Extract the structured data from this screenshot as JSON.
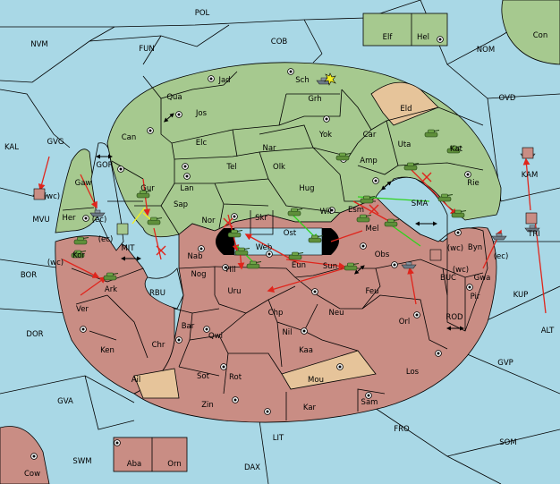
{
  "colors": {
    "sea": "#a9d8e6",
    "green": "#a6c98f",
    "red": "#c98d84",
    "tan": "#e6c49a",
    "hole": "#a9d8e6",
    "move_red": "#e0251c",
    "move_green": "#2fd31c",
    "move_yellow": "#f4ef1e"
  },
  "regions": {
    "sea_outer": [
      {
        "id": "POL",
        "label": "POL"
      },
      {
        "id": "NVM",
        "label": "NVM"
      },
      {
        "id": "FUN",
        "label": "FUN"
      },
      {
        "id": "COB",
        "label": "COB"
      },
      {
        "id": "NOM",
        "label": "NOM"
      },
      {
        "id": "OVD",
        "label": "OVD"
      },
      {
        "id": "KAL",
        "label": "KAL"
      },
      {
        "id": "GVG",
        "label": "GVG"
      },
      {
        "id": "GOR",
        "label": "GOR"
      },
      {
        "id": "MVU",
        "label": "MVU"
      },
      {
        "id": "MIT",
        "label": "MIT"
      },
      {
        "id": "BOR",
        "label": "BOR"
      },
      {
        "id": "RBU",
        "label": "RBU"
      },
      {
        "id": "DOR",
        "label": "DOR"
      },
      {
        "id": "GVA",
        "label": "GVA"
      },
      {
        "id": "SWM",
        "label": "SWM"
      },
      {
        "id": "DAX",
        "label": "DAX"
      },
      {
        "id": "LIT",
        "label": "LIT"
      },
      {
        "id": "FRO",
        "label": "FRO"
      },
      {
        "id": "SOM",
        "label": "SOM"
      },
      {
        "id": "GVP",
        "label": "GVP"
      },
      {
        "id": "ALT",
        "label": "ALT"
      },
      {
        "id": "KUP",
        "label": "KUP"
      },
      {
        "id": "ROD",
        "label": "ROD"
      },
      {
        "id": "BUC",
        "label": "BUC"
      },
      {
        "id": "SMA",
        "label": "SMA"
      },
      {
        "id": "KAM",
        "label": "KAM"
      },
      {
        "id": "TRI",
        "label": "TRI"
      }
    ],
    "green_land": [
      {
        "id": "Jad",
        "label": "Jad"
      },
      {
        "id": "Sch",
        "label": "Sch"
      },
      {
        "id": "Qua",
        "label": "Qua"
      },
      {
        "id": "Jos",
        "label": "Jos"
      },
      {
        "id": "Grh",
        "label": "Grh"
      },
      {
        "id": "Can",
        "label": "Can"
      },
      {
        "id": "Elc",
        "label": "Elc"
      },
      {
        "id": "Nar",
        "label": "Nar"
      },
      {
        "id": "Yok",
        "label": "Yok"
      },
      {
        "id": "Car",
        "label": "Car"
      },
      {
        "id": "Uta",
        "label": "Uta"
      },
      {
        "id": "Kat",
        "label": "Kat"
      },
      {
        "id": "Tel",
        "label": "Tel"
      },
      {
        "id": "Olk",
        "label": "Olk"
      },
      {
        "id": "Amp",
        "label": "Amp"
      },
      {
        "id": "Gur",
        "label": "Gur"
      },
      {
        "id": "Lan",
        "label": "Lan"
      },
      {
        "id": "Hug",
        "label": "Hug"
      },
      {
        "id": "Rie",
        "label": "Rie"
      },
      {
        "id": "Gaw",
        "label": "Gaw"
      },
      {
        "id": "Her",
        "label": "Her"
      },
      {
        "id": "Sap",
        "label": "Sap"
      },
      {
        "id": "Nor",
        "label": "Nor"
      },
      {
        "id": "Skr",
        "label": "Skr"
      },
      {
        "id": "Wil",
        "label": "Wil"
      },
      {
        "id": "Esm",
        "label": "Esm"
      },
      {
        "id": "Elf",
        "label": "Elf"
      },
      {
        "id": "Hel",
        "label": "Hel"
      },
      {
        "id": "Con",
        "label": "Con"
      }
    ],
    "red_land": [
      {
        "id": "Kor",
        "label": "Kor"
      },
      {
        "id": "Web",
        "label": "Web"
      },
      {
        "id": "Ost",
        "label": "Ost"
      },
      {
        "id": "Mel",
        "label": "Mel"
      },
      {
        "id": "Nab",
        "label": "Nab"
      },
      {
        "id": "Hil",
        "label": "Hil"
      },
      {
        "id": "Eun",
        "label": "Eun"
      },
      {
        "id": "Sun",
        "label": "Sun"
      },
      {
        "id": "Obs",
        "label": "Obs"
      },
      {
        "id": "Byn",
        "label": "Byn"
      },
      {
        "id": "Ark",
        "label": "Ark"
      },
      {
        "id": "Nog",
        "label": "Nog"
      },
      {
        "id": "Uru",
        "label": "Uru"
      },
      {
        "id": "Feu",
        "label": "Feu"
      },
      {
        "id": "Gwa",
        "label": "Gwa"
      },
      {
        "id": "Pir",
        "label": "Pir"
      },
      {
        "id": "Ver",
        "label": "Ver"
      },
      {
        "id": "Chp",
        "label": "Chp"
      },
      {
        "id": "Neu",
        "label": "Neu"
      },
      {
        "id": "Bar",
        "label": "Bar"
      },
      {
        "id": "Qwi",
        "label": "Qwi"
      },
      {
        "id": "Nil",
        "label": "Nil"
      },
      {
        "id": "Orl",
        "label": "Orl"
      },
      {
        "id": "Ken",
        "label": "Ken"
      },
      {
        "id": "Chr",
        "label": "Chr"
      },
      {
        "id": "Kaa",
        "label": "Kaa"
      },
      {
        "id": "Sot",
        "label": "Sot"
      },
      {
        "id": "Rot",
        "label": "Rot"
      },
      {
        "id": "Los",
        "label": "Los"
      },
      {
        "id": "Ail",
        "label": "Ail"
      },
      {
        "id": "Mou",
        "label": "Mou"
      },
      {
        "id": "Zin",
        "label": "Zin"
      },
      {
        "id": "Sam",
        "label": "Sam"
      },
      {
        "id": "Kar",
        "label": "Kar"
      },
      {
        "id": "Aba",
        "label": "Aba"
      },
      {
        "id": "Orn",
        "label": "Orn"
      },
      {
        "id": "Cow",
        "label": "Cow"
      }
    ],
    "neutral_land": [
      {
        "id": "Eld",
        "label": "Eld"
      }
    ]
  },
  "coast_tags": {
    "wc_mvu": "(wc)",
    "ec_mvu": "(ec)",
    "ec_kor": "(ec)",
    "wc_kor": "(wc)",
    "wc_byn": "(wc)",
    "ec_gwa": "(ec)",
    "wc_gwa": "(wc)"
  },
  "icon_names": {
    "army": "tank-icon",
    "fleet": "ship-icon",
    "supply": "supply-center-icon",
    "bomb": "explosion-icon",
    "arrow": "double-arrow-icon",
    "cancel": "failed-move-x-icon"
  }
}
